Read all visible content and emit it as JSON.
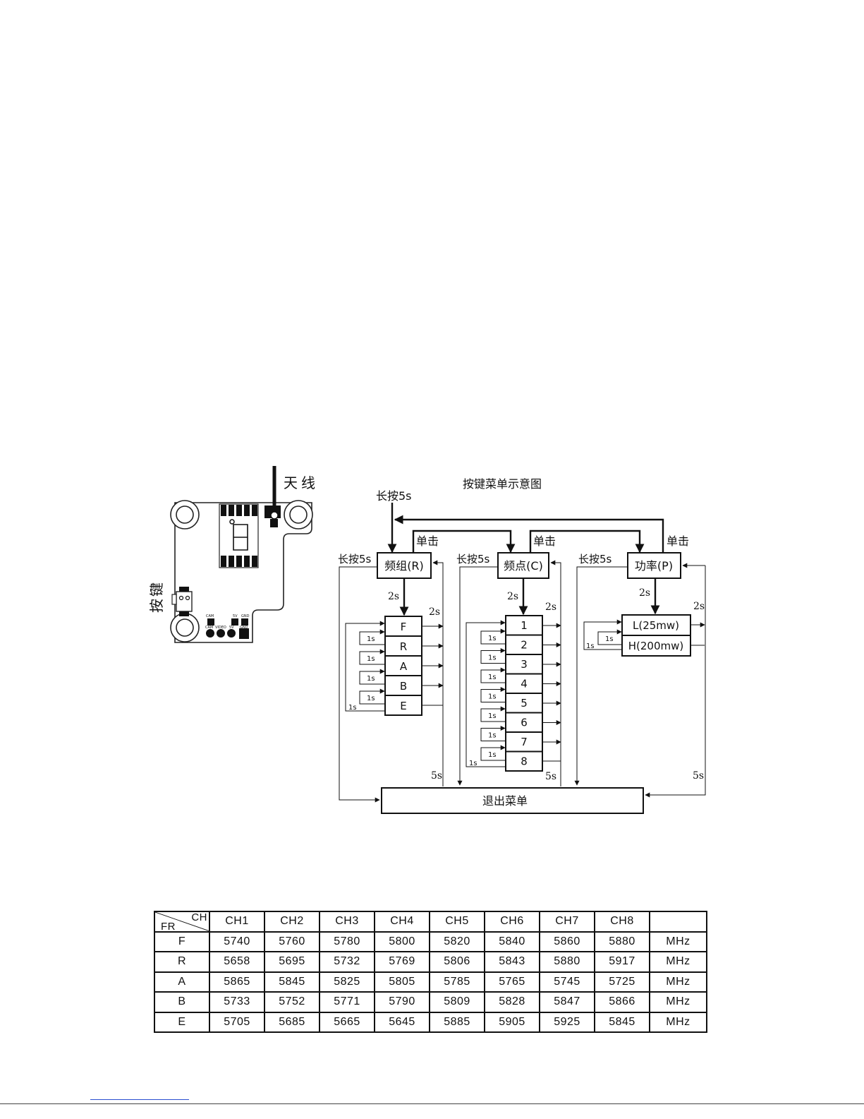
{
  "board": {
    "antenna_label": "天线",
    "button_label": "按键",
    "pins_top": [
      "CAM",
      "5V",
      "GND"
    ],
    "pins_bottom": [
      "CAM",
      "VIDEO",
      "5V",
      "GND"
    ]
  },
  "menu": {
    "title": "按键菜单示意图",
    "long_press_top": "长按5s",
    "single_click": "单击",
    "long_press_side": "长按5s",
    "menus": [
      {
        "label": "频组(R)",
        "items": [
          "F",
          "R",
          "A",
          "B",
          "E"
        ]
      },
      {
        "label": "频点(C)",
        "items": [
          "1",
          "2",
          "3",
          "4",
          "5",
          "6",
          "7",
          "8"
        ]
      },
      {
        "label": "功率(P)",
        "items": [
          "L(25mw)",
          "H(200mw)"
        ]
      }
    ],
    "enter_time": "2s",
    "confirm_time": "2s",
    "step_time": "1s",
    "exit_time": "5s",
    "exit_label": "退出菜单"
  },
  "table": {
    "corner_top": "CH",
    "corner_bottom": "FR",
    "headers": [
      "CH1",
      "CH2",
      "CH3",
      "CH4",
      "CH5",
      "CH6",
      "CH7",
      "CH8",
      ""
    ],
    "rows": [
      {
        "band": "F",
        "values": [
          "5740",
          "5760",
          "5780",
          "5800",
          "5820",
          "5840",
          "5860",
          "5880"
        ],
        "unit": "MHz"
      },
      {
        "band": "R",
        "values": [
          "5658",
          "5695",
          "5732",
          "5769",
          "5806",
          "5843",
          "5880",
          "5917"
        ],
        "unit": "MHz"
      },
      {
        "band": "A",
        "values": [
          "5865",
          "5845",
          "5825",
          "5805",
          "5785",
          "5765",
          "5745",
          "5725"
        ],
        "unit": "MHz"
      },
      {
        "band": "B",
        "values": [
          "5733",
          "5752",
          "5771",
          "5790",
          "5809",
          "5828",
          "5847",
          "5866"
        ],
        "unit": "MHz"
      },
      {
        "band": "E",
        "values": [
          "5705",
          "5685",
          "5665",
          "5645",
          "5885",
          "5905",
          "5925",
          "5845"
        ],
        "unit": "MHz"
      }
    ]
  }
}
